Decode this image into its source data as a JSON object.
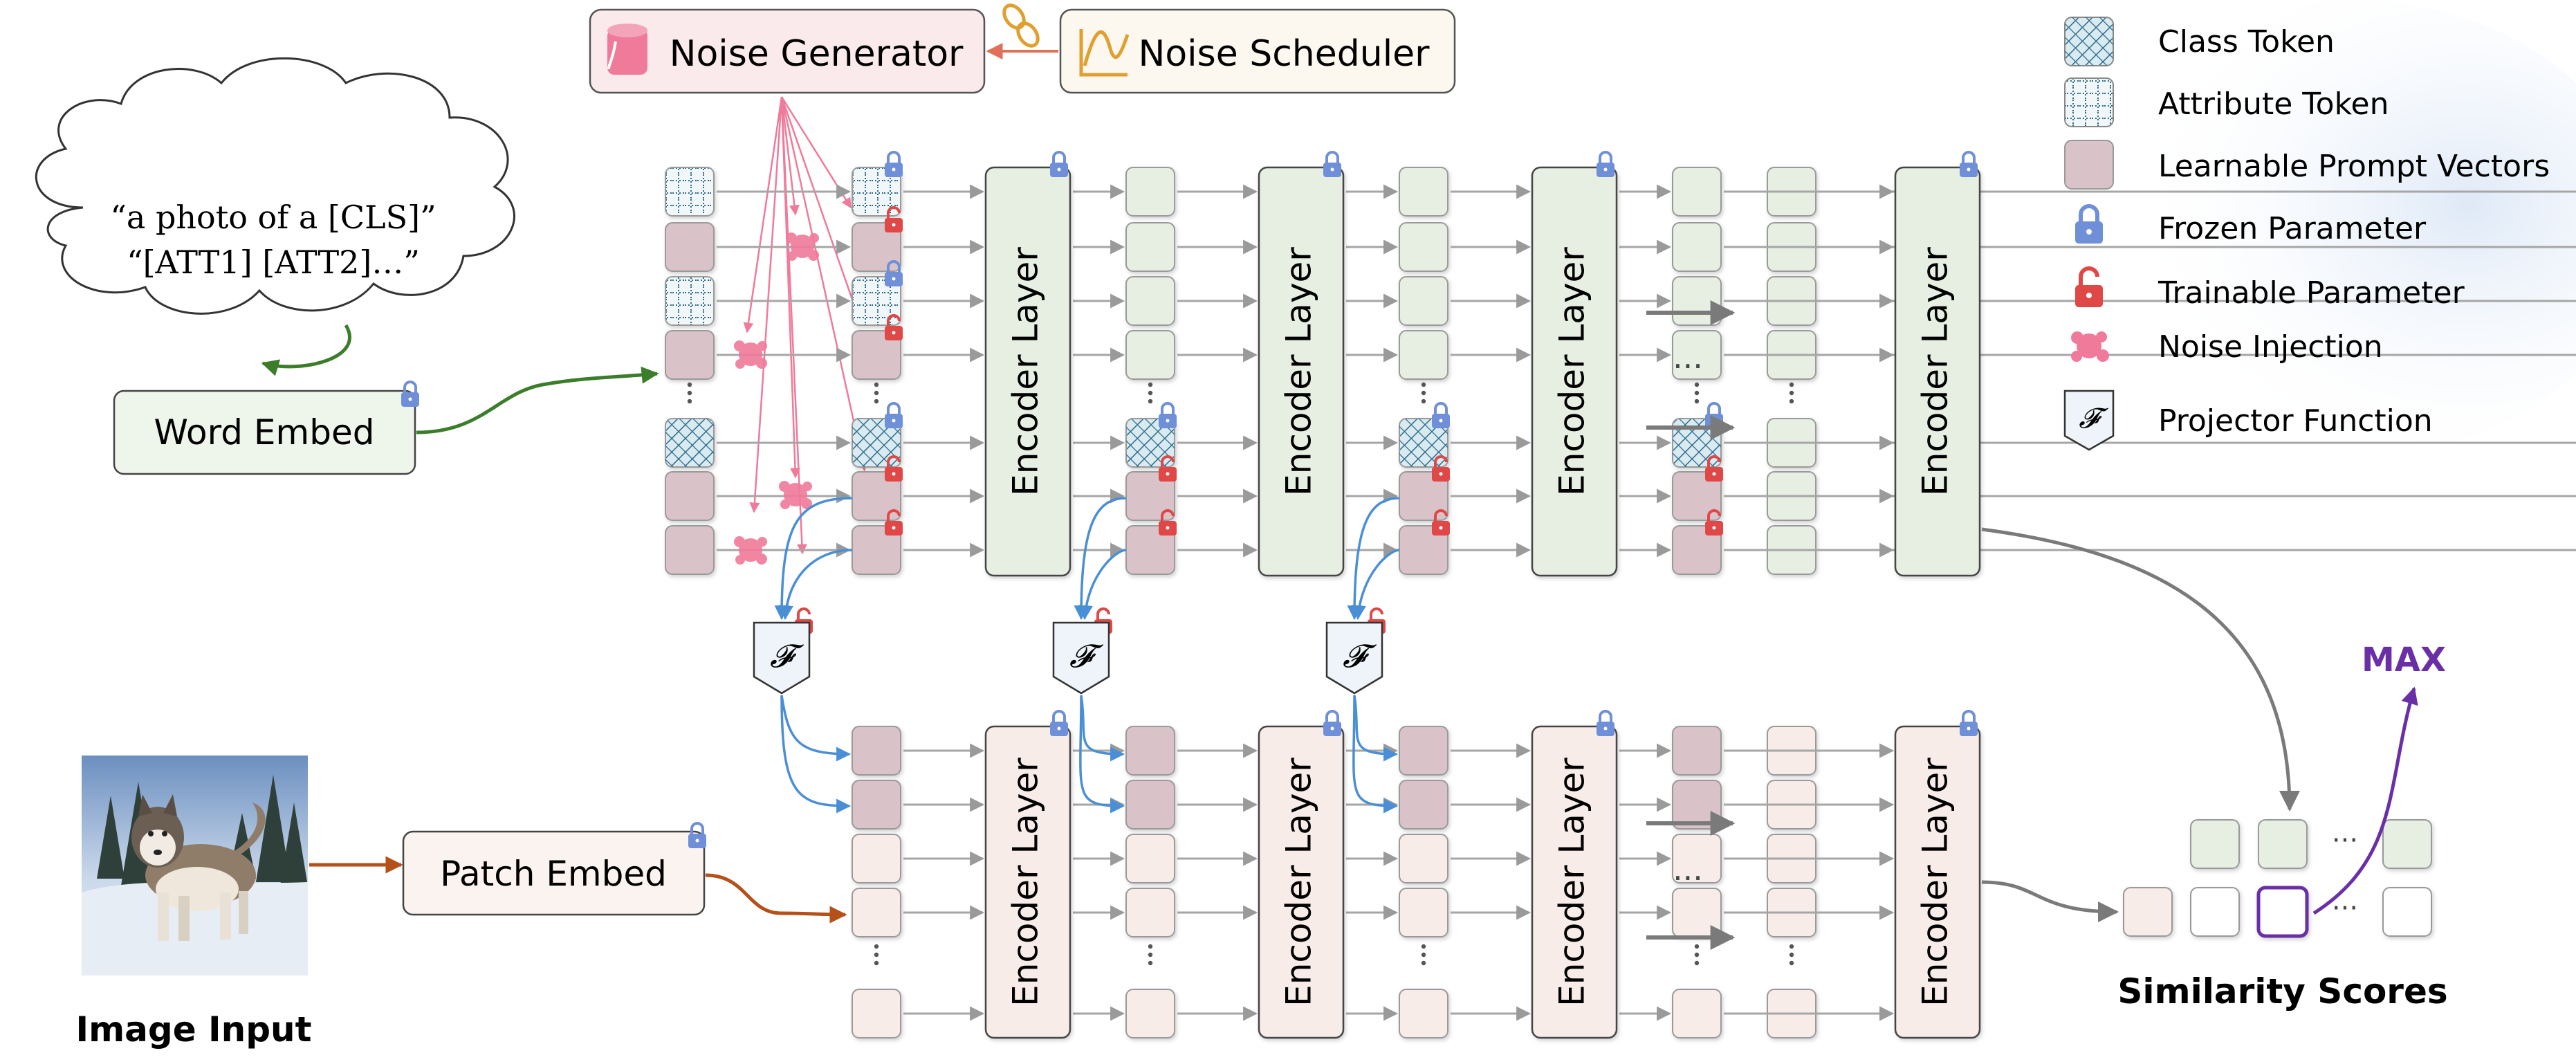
{
  "text_input": {
    "title": "Text Input",
    "prompt_line1": "“a photo of a [CLS]”",
    "prompt_line2": "“[ATT1] [ATT2]…”"
  },
  "image_input": {
    "title": "Image Input"
  },
  "word_embed": {
    "label": "Word Embed"
  },
  "patch_embed": {
    "label": "Patch Embed"
  },
  "noise_generator": {
    "label": "Noise Generator"
  },
  "noise_scheduler": {
    "label": "Noise Scheduler"
  },
  "encoder": {
    "label": "Encoder Layer"
  },
  "projector": {
    "symbol": "𝓕"
  },
  "ellipsis": {
    "dots": "···"
  },
  "similarity": {
    "title": "Similarity Scores",
    "max_label": "MAX"
  },
  "legend": {
    "class_token": "Class Token",
    "attribute_token": "Attribute Token",
    "learnable_prompt": "Learnable Prompt Vectors",
    "frozen": "Frozen Parameter",
    "trainable": "Trainable Parameter",
    "noise_injection": "Noise Injection",
    "projector": "Projector Function"
  },
  "colors": {
    "text_token_fill": "#e6efe2",
    "image_token_fill": "#f8ece8",
    "prompt_fill": "#d9c2c8",
    "class_token_fill": "#d7e8ee",
    "attribute_token_fill": "#eef4f8",
    "frozen_lock": "#6f8fd8",
    "trainable_lock": "#e04848",
    "noise": "#f07a9a",
    "text_arrow": "#3b7d2a",
    "image_arrow": "#b5501a",
    "projector_arrow": "#4a8fd6",
    "max_color": "#6a2fa6",
    "gray_arrow": "#8a8a8a"
  }
}
